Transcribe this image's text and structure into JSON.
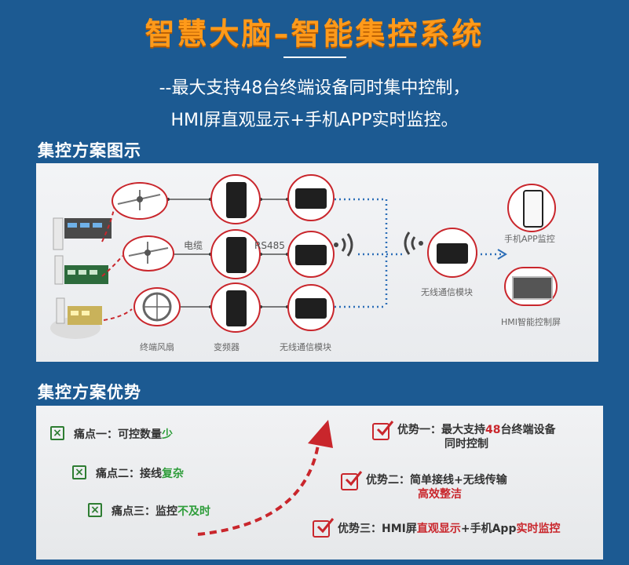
{
  "header": {
    "title": "智慧大脑–智能集控系统",
    "subtitle_line1": "--最大支持48台终端设备同时集中控制，",
    "subtitle_line2": "HMI屏直观显示+手机APP实时监控。"
  },
  "section1": {
    "title": "集控方案图示",
    "labels": {
      "cable": "电缆",
      "rs485": "RS485",
      "wireless_module_right": "无线通信模块",
      "phone_app": "手机APP监控",
      "hmi_screen": "HMI智能控制屏",
      "terminal_fan": "终端风扇",
      "inverter": "变频器",
      "wireless_module_bottom": "无线通信模块"
    }
  },
  "section2": {
    "title": "集控方案优势",
    "pain_points": [
      {
        "prefix": "痛点一：可控数量",
        "highlight": "少"
      },
      {
        "prefix": "痛点二：接线",
        "highlight": "复杂"
      },
      {
        "prefix": "痛点三：监控",
        "highlight": "不及时"
      }
    ],
    "advantages": {
      "a1_prefix": "优势一：最大支持",
      "a1_highlight": "48",
      "a1_suffix": "台终端设备",
      "a1_line2": "同时控制",
      "a2_line1": "优势二：简单接线+无线传输",
      "a2_line2": "高效整洁",
      "a3_prefix": "优势三：HMI屏",
      "a3_hl1": "直观显示",
      "a3_mid": "+手机App",
      "a3_hl2": "实时监控"
    }
  },
  "colors": {
    "background": "#1c5a92",
    "title": "#ff9a1a",
    "accent_red": "#c9262c",
    "accent_green": "#2e9d3a"
  }
}
